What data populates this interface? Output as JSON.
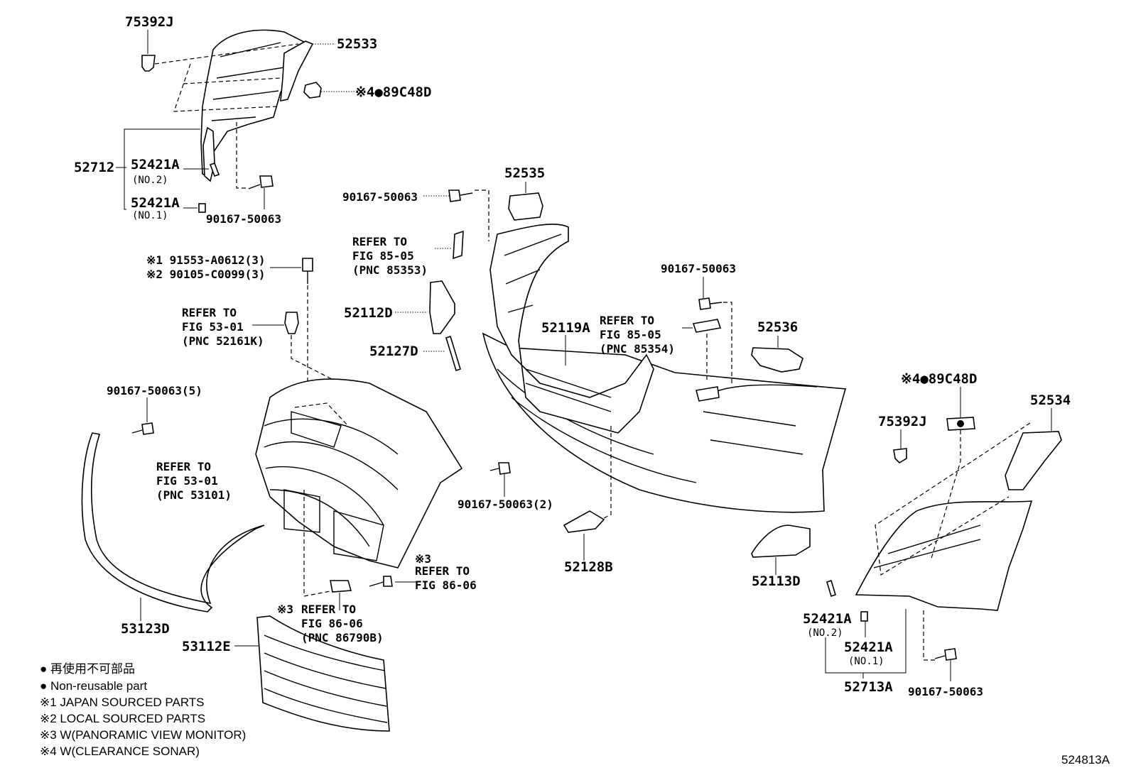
{
  "labels": {
    "p75392J_top": "75392J",
    "p52533": "52533",
    "p89C48D_top": "※4●89C48D",
    "p52712": "52712",
    "p52421A_no2_top": "52421A",
    "no2_top": "(NO.2)",
    "p52421A_no1_top": "52421A",
    "no1_top": "(NO.1)",
    "p90167_top": "90167-50063",
    "p91553": "※1 91553-A0612(3)",
    "p90105": "※2 90105-C0099(3)",
    "refer_5301_l1": "REFER TO",
    "refer_5301_l2": "FIG 53-01",
    "refer_5301_l3": "(PNC 52161K)",
    "p90167_5": "90167-50063(5)",
    "refer_grille_l1": "REFER TO",
    "refer_grille_l2": "FIG 53-01",
    "refer_grille_l3": "(PNC 53101)",
    "p53123D": "53123D",
    "p90167_mid": "90167-50063",
    "p52535": "52535",
    "refer_8505a_l1": "REFER TO",
    "refer_8505a_l2": "FIG 85-05",
    "refer_8505a_l3": "(PNC 85353)",
    "p52112D": "52112D",
    "p52127D": "52127D",
    "p52119A": "52119A",
    "p90167_right": "90167-50063",
    "refer_8505b_l1": "REFER TO",
    "refer_8505b_l2": "FIG 85-05",
    "refer_8505b_l3": "(PNC 85354)",
    "p52536": "52536",
    "p90167_2": "90167-50063(2)",
    "s3_a": "※3",
    "refer_8606a_l1": "REFER TO",
    "refer_8606a_l2": "FIG 86-06",
    "s3_b": "※3",
    "refer_8606b_l1": "REFER TO",
    "refer_8606b_l2": "FIG 86-06",
    "refer_8606b_l3": "(PNC 86790B)",
    "p53112E": "53112E",
    "p52128B": "52128B",
    "p52113D": "52113D",
    "p89C48D_right": "※4●89C48D",
    "p52534": "52534",
    "p75392J_right": "75392J",
    "p52421A_no2_right": "52421A",
    "no2_right": "(NO.2)",
    "p52421A_no1_right": "52421A",
    "no1_right": "(NO.1)",
    "p52713A": "52713A",
    "p90167_bottom": "90167-50063"
  },
  "legend": [
    "● 再使用不可部品",
    "● Non-reusable part",
    "※1 JAPAN SOURCED PARTS",
    "※2 LOCAL SOURCED PARTS",
    "※3 W(PANORAMIC VIEW MONITOR)",
    "※4 W(CLEARANCE SONAR)"
  ],
  "figure_id": "524813A"
}
